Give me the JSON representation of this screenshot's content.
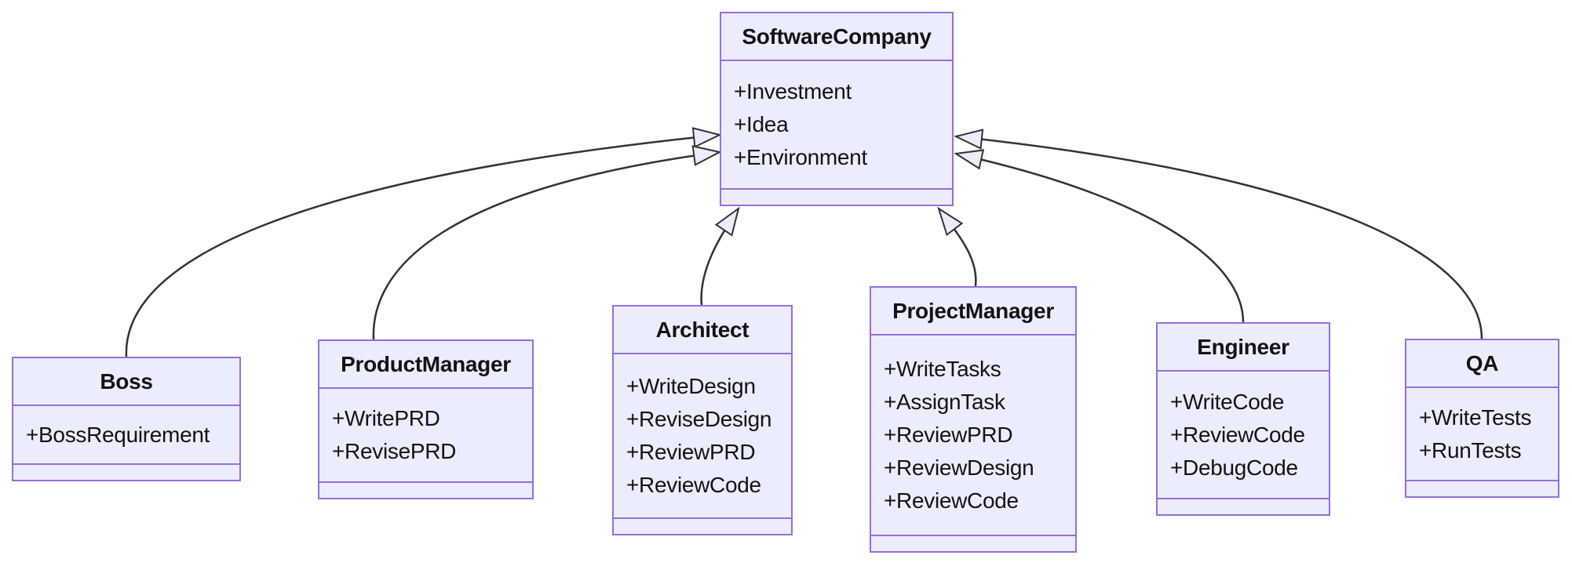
{
  "diagram": {
    "kind": "uml-class-diagram",
    "colors": {
      "background": "#ffffff",
      "node_fill": "#ECECFF",
      "node_border": "#9370DB",
      "edge_line": "#333333",
      "text": "#131313"
    },
    "classes": [
      {
        "id": "SoftwareCompany",
        "name": "SoftwareCompany",
        "attributes": [
          "+Investment",
          "+Idea",
          "+Environment"
        ],
        "methods": []
      },
      {
        "id": "Boss",
        "name": "Boss",
        "attributes": [
          "+BossRequirement"
        ],
        "methods": []
      },
      {
        "id": "ProductManager",
        "name": "ProductManager",
        "attributes": [
          "+WritePRD",
          "+RevisePRD"
        ],
        "methods": []
      },
      {
        "id": "Architect",
        "name": "Architect",
        "attributes": [
          "+WriteDesign",
          "+ReviseDesign",
          "+ReviewPRD",
          "+ReviewCode"
        ],
        "methods": []
      },
      {
        "id": "ProjectManager",
        "name": "ProjectManager",
        "attributes": [
          "+WriteTasks",
          "+AssignTask",
          "+ReviewPRD",
          "+ReviewDesign",
          "+ReviewCode"
        ],
        "methods": []
      },
      {
        "id": "Engineer",
        "name": "Engineer",
        "attributes": [
          "+WriteCode",
          "+ReviewCode",
          "+DebugCode"
        ],
        "methods": []
      },
      {
        "id": "QA",
        "name": "QA",
        "attributes": [
          "+WriteTests",
          "+RunTests"
        ],
        "methods": []
      }
    ],
    "relationships": [
      {
        "from": "Boss",
        "to": "SoftwareCompany",
        "type": "inheritance",
        "arrowhead": "hollow-triangle"
      },
      {
        "from": "ProductManager",
        "to": "SoftwareCompany",
        "type": "inheritance",
        "arrowhead": "hollow-triangle"
      },
      {
        "from": "Architect",
        "to": "SoftwareCompany",
        "type": "inheritance",
        "arrowhead": "hollow-triangle"
      },
      {
        "from": "ProjectManager",
        "to": "SoftwareCompany",
        "type": "inheritance",
        "arrowhead": "hollow-triangle"
      },
      {
        "from": "Engineer",
        "to": "SoftwareCompany",
        "type": "inheritance",
        "arrowhead": "hollow-triangle"
      },
      {
        "from": "QA",
        "to": "SoftwareCompany",
        "type": "inheritance",
        "arrowhead": "hollow-triangle"
      }
    ]
  }
}
